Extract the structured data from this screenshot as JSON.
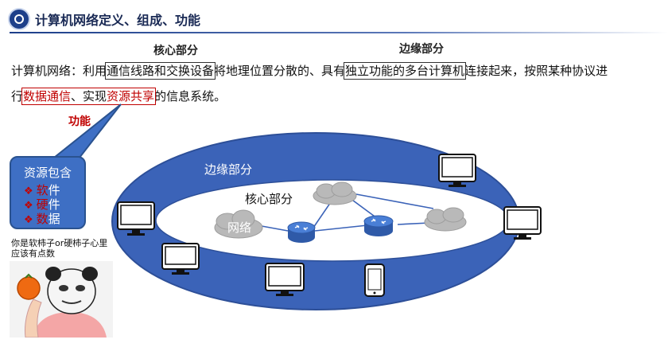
{
  "header": {
    "title": "计算机网络定义、组成、功能"
  },
  "labels": {
    "core_top": "核心部分",
    "edge_top": "边缘部分",
    "function": "功能"
  },
  "definition": {
    "l1_a": "计算机网络：利用",
    "l1_b": "通信线路和交换设备",
    "l1_c": "将地理位置分散的、具有",
    "l1_d": "独立功能的多台计算机",
    "l1_e": "连接起来，按照某种协议进",
    "l2_a": "行",
    "l2_b": "数据通信",
    "l2_c": "、实现",
    "l2_d": "资源共享",
    "l2_e": "的信息系统。"
  },
  "resources": {
    "title": "资源包含",
    "items": [
      {
        "hl": "软",
        "rest": "件"
      },
      {
        "hl": "硬",
        "rest": "件"
      },
      {
        "hl": "数",
        "rest": "据"
      }
    ]
  },
  "meme": {
    "caption": "你是软柿子or硬柿子心里应该有点数"
  },
  "diagram": {
    "edge_label": "边缘部分",
    "core_label": "核心部分",
    "cloud_label": "网络"
  },
  "colors": {
    "ring": "#3b63b8",
    "core_fill": "#ffffff",
    "router": "#3c6cc4",
    "cloud": "#b9b9b9",
    "highlight": "#c00000"
  }
}
